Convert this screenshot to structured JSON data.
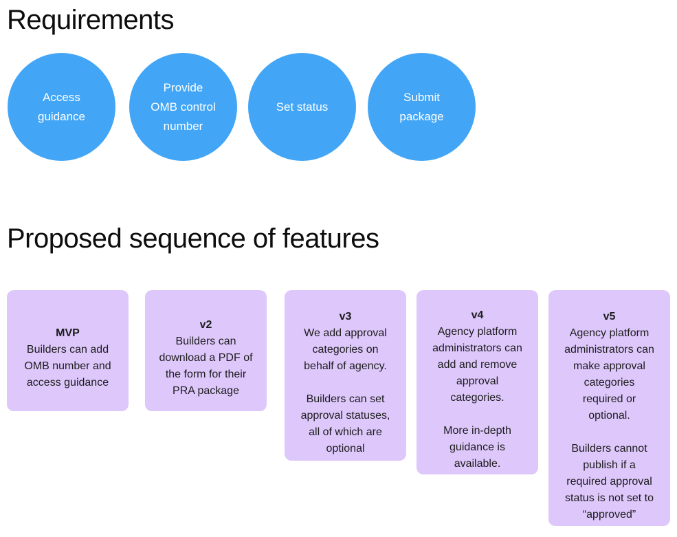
{
  "page": {
    "background_color": "#ffffff",
    "text_color": "#0d0d0d"
  },
  "requirements": {
    "heading": "Requirements",
    "shape": "circle",
    "fill_color": "#42a5f5",
    "label_color": "#ffffff",
    "items": [
      {
        "id": "access-guidance",
        "label": "Access\nguidance"
      },
      {
        "id": "omb-control-number",
        "label": "Provide\nOMB control\nnumber"
      },
      {
        "id": "set-status",
        "label": "Set status"
      },
      {
        "id": "submit-package",
        "label": "Submit\npackage"
      }
    ]
  },
  "proposed_sequence": {
    "heading": "Proposed sequence of features",
    "card_fill_color": "#ddc7fb",
    "card_text_color": "#1c1c1c",
    "cards": [
      {
        "id": "mvp",
        "version": "MVP",
        "body": "Builders can add\nOMB number and\naccess guidance"
      },
      {
        "id": "v2",
        "version": "v2",
        "body": "Builders can\ndownload a PDF of\nthe form for their\nPRA package"
      },
      {
        "id": "v3",
        "version": "v3",
        "body": "We add approval\ncategories on\nbehalf of agency.\n\nBuilders can set\napproval statuses,\nall of which are\noptional"
      },
      {
        "id": "v4",
        "version": "v4",
        "body": "Agency platform\nadministrators can\nadd and remove\napproval\ncategories.\n\nMore in-depth\nguidance is\navailable."
      },
      {
        "id": "v5",
        "version": "v5",
        "body": "Agency platform\nadministrators can\nmake approval\ncategories\nrequired or\noptional.\n\nBuilders cannot\npublish if a\nrequired approval\nstatus is not set to\n“approved”"
      }
    ]
  }
}
